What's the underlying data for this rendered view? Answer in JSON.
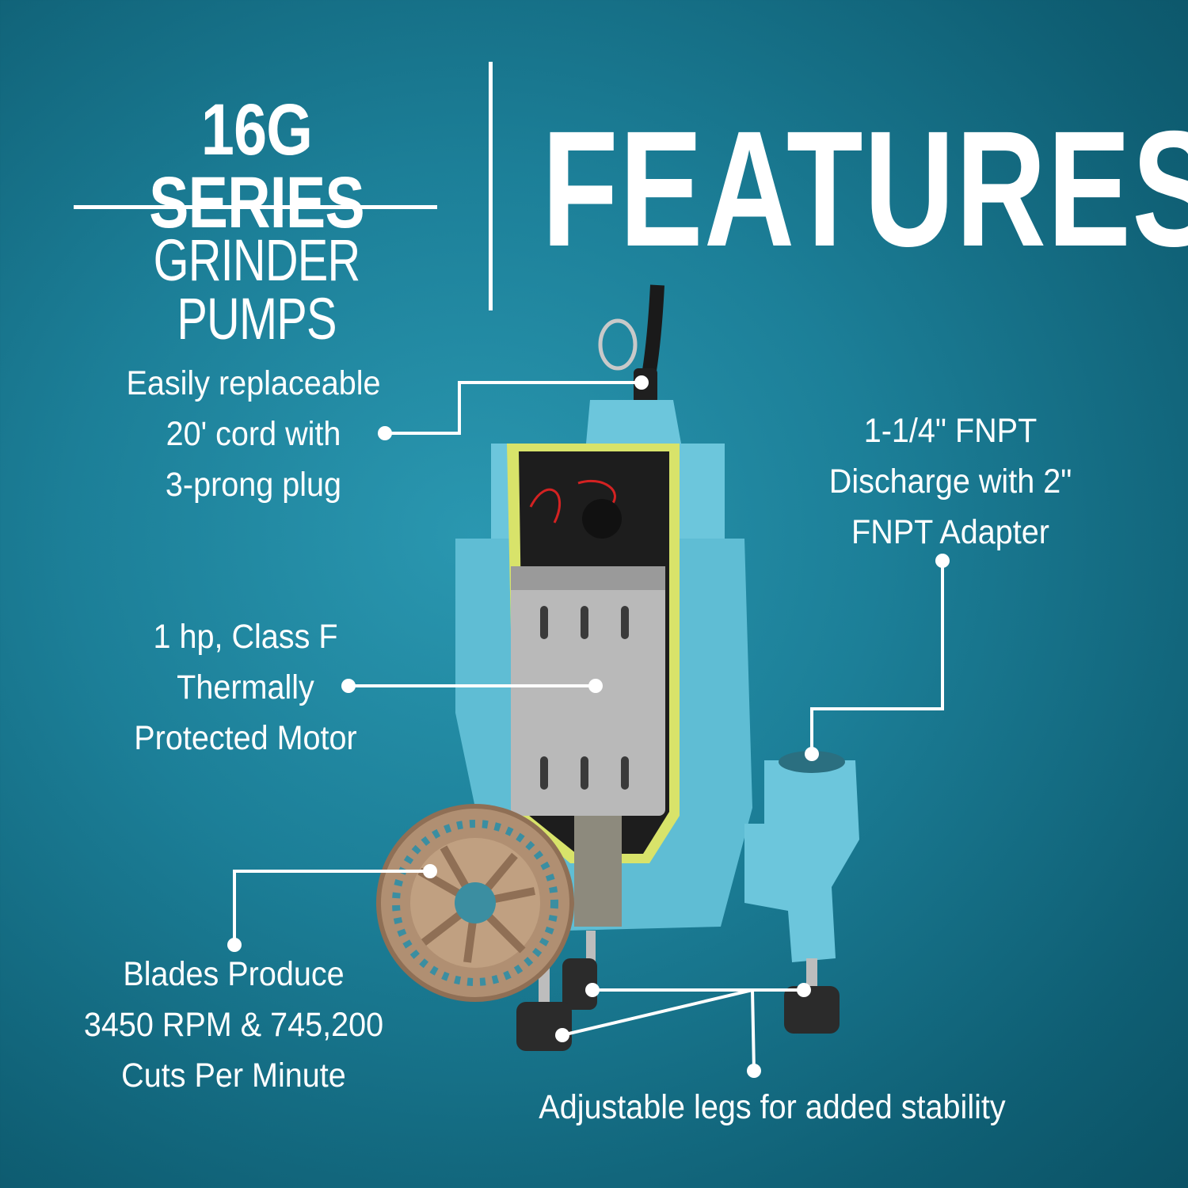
{
  "header": {
    "series": "16G SERIES",
    "subtitle": "GRINDER PUMPS",
    "features": "FEATURES"
  },
  "callouts": {
    "cord": [
      "Easily replaceable",
      "20' cord with",
      "3-prong plug"
    ],
    "motor": [
      "1 hp, Class F",
      "Thermally",
      "Protected Motor"
    ],
    "blades": [
      "Blades Produce",
      "3450 RPM & 745,200",
      "Cuts Per Minute"
    ],
    "discharge": [
      "1-1/4\" FNPT",
      "Discharge with 2\"",
      "FNPT Adapter"
    ],
    "legs": "Adjustable legs for added stability"
  },
  "colors": {
    "background": "#1c7f98",
    "pump_body": "#6cc6dc",
    "cutaway_edge": "#d8e36a",
    "motor_can": "#b9b9b9",
    "impeller": "#b08f72",
    "feet": "#2b2b2b"
  }
}
